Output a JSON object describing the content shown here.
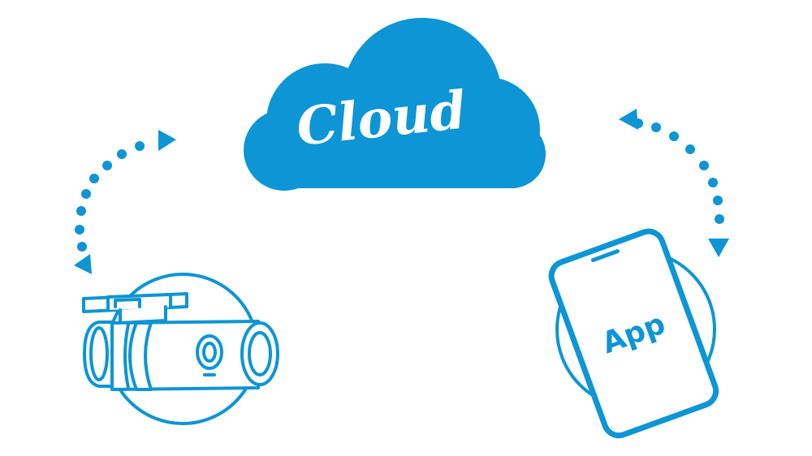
{
  "cloud": {
    "label": "Cloud",
    "icon": "cloud-icon"
  },
  "camera": {
    "icon": "dashcam-icon"
  },
  "phone": {
    "label": "App",
    "icon": "smartphone-icon"
  },
  "connectors": [
    {
      "from": "camera",
      "to": "cloud",
      "style": "dotted-bidirectional"
    },
    {
      "from": "cloud",
      "to": "phone",
      "style": "dotted-bidirectional"
    }
  ],
  "colors": {
    "primary": "#0D95D5",
    "background": "#FFFFFF"
  }
}
